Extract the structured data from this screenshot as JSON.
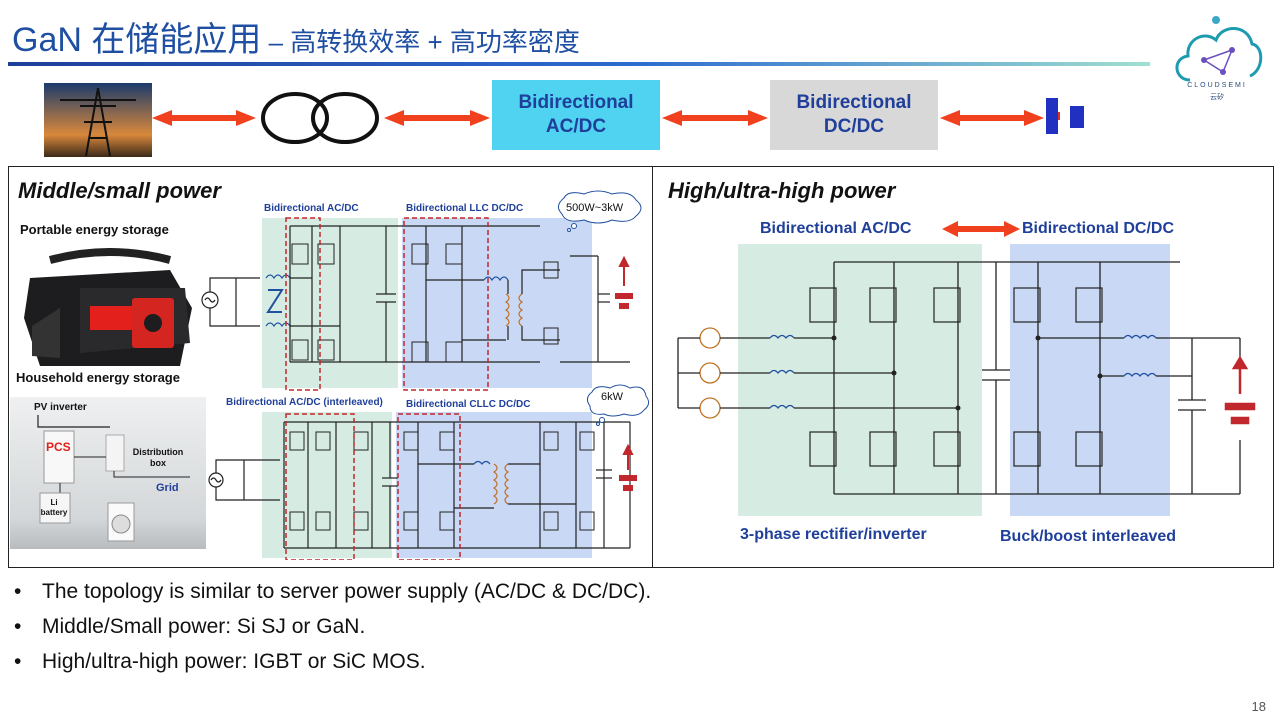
{
  "header": {
    "title_main": "GaN 在储能应用",
    "title_dash": " – ",
    "title_sub": "高转换效率 + 高功率密度"
  },
  "logo": {
    "brand": "CLOUDSEMI",
    "brand_cn": "云矽",
    "icon": "cloud-network-icon"
  },
  "chain": {
    "box1": "Bidirectional AC/DC",
    "box2": "Bidirectional DC/DC",
    "icons": [
      "power-tower-icon",
      "transformer-icon",
      "battery-icon"
    ],
    "arrow_color": "#f0401e"
  },
  "left_panel": {
    "title": "Middle/small power",
    "portable_label": "Portable energy storage",
    "household_label": "Household energy storage",
    "pv_inverter": "PV inverter",
    "pcs": "PCS",
    "li_battery": "Li battery",
    "distribution_box": "Distribution box",
    "grid": "Grid",
    "top_acdc": "Bidirectional AC/DC",
    "top_dcdc": "Bidirectional LLC DC/DC",
    "top_power": "500W~3kW",
    "bottom_acdc": "Bidirectional AC/DC (interleaved)",
    "bottom_dcdc": "Bidirectional CLLC DC/DC",
    "bottom_power": "6kW"
  },
  "right_panel": {
    "title": "High/ultra-high power",
    "acdc": "Bidirectional AC/DC",
    "dcdc": "Bidirectional DC/DC",
    "rectifier": "3-phase rectifier/inverter",
    "buckboost": "Buck/boost interleaved"
  },
  "bullets": [
    "The topology is similar to server power supply (AC/DC & DC/DC).",
    "Middle/Small power: Si SJ or GaN.",
    "High/ultra-high power: IGBT or SiC MOS."
  ],
  "page_number": "18",
  "colors": {
    "title_blue": "#1f4fa3",
    "acdc_box": "#4fd3f0",
    "dcdc_box": "#d8d8d8",
    "green_region": "#d6ece3",
    "blue_region": "#c9d8f4",
    "dashed_red": "#c0282d"
  }
}
